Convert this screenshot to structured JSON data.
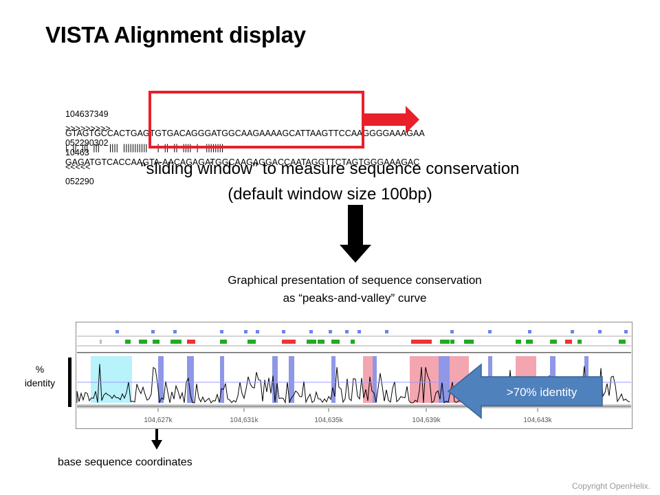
{
  "title": "VISTA Alignment display",
  "alignment": {
    "top_coord": "104637349",
    "top_seq": "GTAGTGCCACTGAGTGTGACAGGGATGGCAAGAAAAGCATTAAGTTCCAAGGGGAAAGAA",
    "top_end": "10463",
    "match_arrows": ">>>>>>>>>",
    "match_bars": "|  ||  |||  |||    ||||  |||||||||||    |  ||  ||  ||||  |   ||||||||",
    "match_end": "<<<<<",
    "bottom_coord": "052290302",
    "bottom_seq": "GAGATGTCACCAAGTA-AACAGAGATGGCAAGAGGACCAATAGGTTCTAGTGGGAAAGAC",
    "bottom_end": "052290"
  },
  "subtitle_line1": "“sliding window” to measure sequence conservation",
  "subtitle_line2": "(default window size 100bp)",
  "caption_line1": "Graphical presentation of sequence conservation",
  "caption_line2": "as “peaks-and-valley” curve",
  "plot": {
    "y_label_line1": "%",
    "y_label_line2": "identity",
    "x_ticks": [
      "104,627k",
      "104,631k",
      "104,635k",
      "104,639k",
      "104,643k"
    ],
    "callout": ">70% identity",
    "colors": {
      "frame": "#8a8a8a",
      "blue_feature": "#6b86e8",
      "green_feature": "#22aa22",
      "red_feature": "#ee3333",
      "cns_fill": "#f4a6b0",
      "exon_fill": "#8f97e6",
      "utr_fill": "#b8f2fb",
      "threshold_line": "#9999ff",
      "callout_fill": "#4f81bd"
    }
  },
  "base_coords_label": "base sequence coordinates",
  "copyright": "Copyright OpenHelix."
}
